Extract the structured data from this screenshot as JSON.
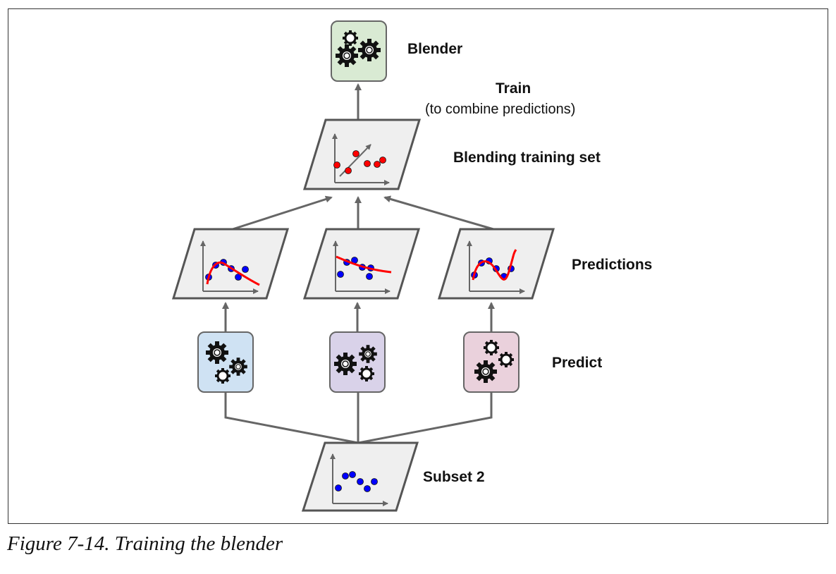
{
  "labels": {
    "blender": "Blender",
    "train": "Train",
    "train_note": "(to combine predictions)",
    "blending_training_set": "Blending training set",
    "predictions": "Predictions",
    "predict": "Predict",
    "subset": "Subset 2"
  },
  "caption": "Figure 7-14. Training the blender",
  "colors": {
    "blender_box": "#d9ead3",
    "predictor_1_box": "#cfe2f3",
    "predictor_2_box": "#d9d2e9",
    "predictor_3_box": "#ead1dc",
    "panel_fill": "#efefef",
    "point_red": "#ff0000",
    "point_blue": "#0000ff",
    "arrow": "#666666"
  },
  "icons": {
    "predictor": "gears-icon",
    "panel": "scatter-plot-icon"
  }
}
